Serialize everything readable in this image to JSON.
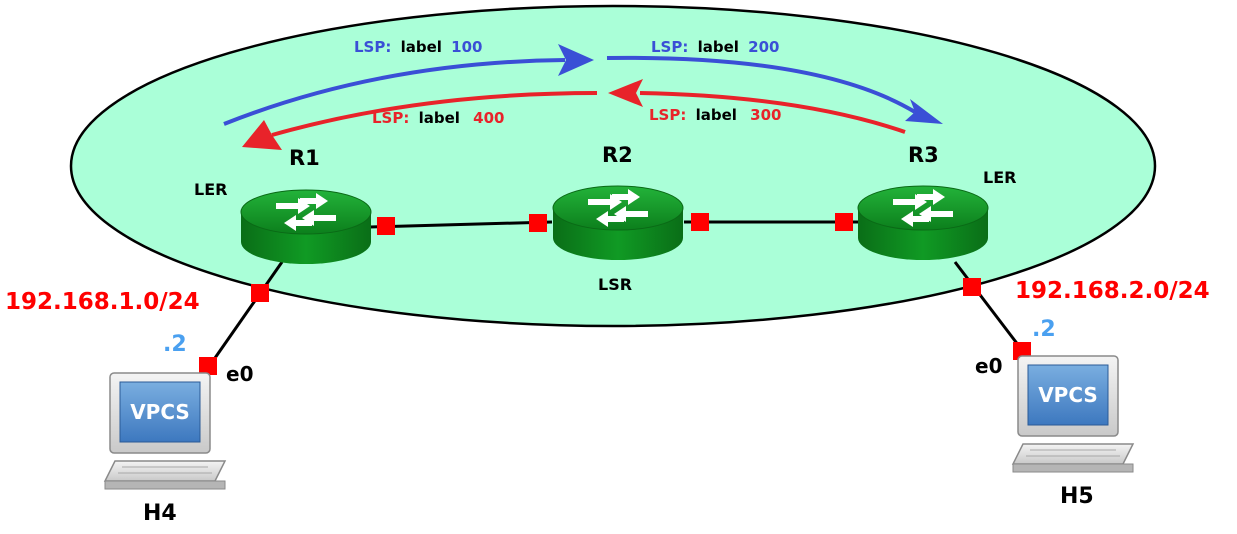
{
  "lsp_labels": {
    "lsp_100": {
      "prefix": "LSP:",
      "word": "label",
      "value": "100"
    },
    "lsp_200": {
      "prefix": "LSP:",
      "word": "label",
      "value": "200"
    },
    "lsp_400": {
      "prefix": "LSP:",
      "word": "label",
      "value": "400"
    },
    "lsp_300": {
      "prefix": "LSP:",
      "word": "label",
      "value": "300"
    }
  },
  "routers": {
    "r1": {
      "name": "R1",
      "role": "LER"
    },
    "r2": {
      "name": "R2",
      "role": "LSR"
    },
    "r3": {
      "name": "R3",
      "role": "LER"
    }
  },
  "hosts": {
    "h4": {
      "name": "H4",
      "screen": "VPCS",
      "interface": "e0",
      "ip_suffix": ".2"
    },
    "h5": {
      "name": "H5",
      "screen": "VPCS",
      "interface": "e0",
      "ip_suffix": ".2"
    }
  },
  "networks": {
    "left": "192.168.1.0/24",
    "right": "192.168.2.0/24"
  },
  "colors": {
    "mpls_domain_fill": "#aaffd8",
    "forward_lsp": "#3a4fd6",
    "reverse_lsp": "#e8232a",
    "router_green": "#0a8a1e",
    "port_red": "#ff0000",
    "ip_suffix_blue": "#4aa0f0"
  },
  "icons": {
    "router": "router-icon",
    "host": "vpcs-host-icon"
  }
}
